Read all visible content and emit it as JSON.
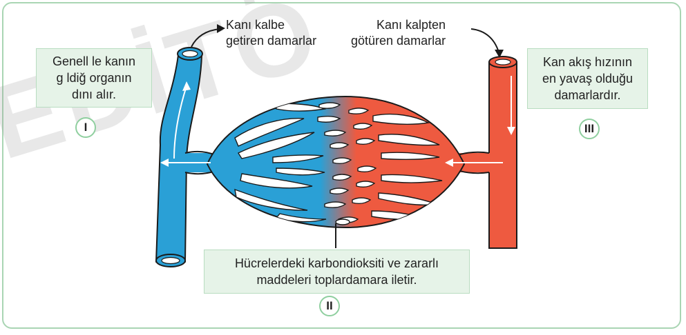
{
  "watermark": "EDİTÖ",
  "labels": {
    "to_heart": "Kanı kalbe\ngetiren damarlar",
    "from_heart": "Kanı kalpten\ngötüren damarlar"
  },
  "boxes": {
    "box_I": "Genell   le kanın\ng  ldiğ  organın\ndını alır.",
    "box_II": "Hücrelerdeki karbondioksiti ve zararlı\nmaddeleri toplardamara iletir.",
    "box_III": "Kan akış hızının\nen yavaş olduğu\ndamarlardır."
  },
  "roman": {
    "I": "I",
    "II": "II",
    "III": "III"
  },
  "colors": {
    "vein_blue": "#2aa0d6",
    "artery_red": "#ee5a40",
    "box_fill": "#e6f3e8",
    "circle_border": "#8fcf9f",
    "frame_border": "#a9d5b3"
  }
}
